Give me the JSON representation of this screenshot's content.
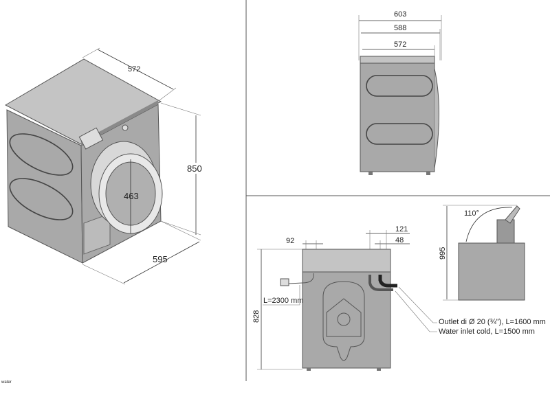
{
  "iso_view": {
    "depth": "572",
    "height": "850",
    "width": "595",
    "door": "463"
  },
  "side_view": {
    "dim_outer": "603",
    "dim_mid": "588",
    "dim_inner": "572"
  },
  "back_view": {
    "dim_left": "92",
    "dim_right_outer": "121",
    "dim_right_inner": "48",
    "height": "828",
    "cable": "L=2300 mm",
    "outlet_label": "Outlet di Ø 20 (¾\"), L=1600 mm",
    "inlet_label": "Water inlet cold, L=1500 mm"
  },
  "lid_view": {
    "angle": "110°",
    "height": "995"
  },
  "footer_fragment": "water"
}
